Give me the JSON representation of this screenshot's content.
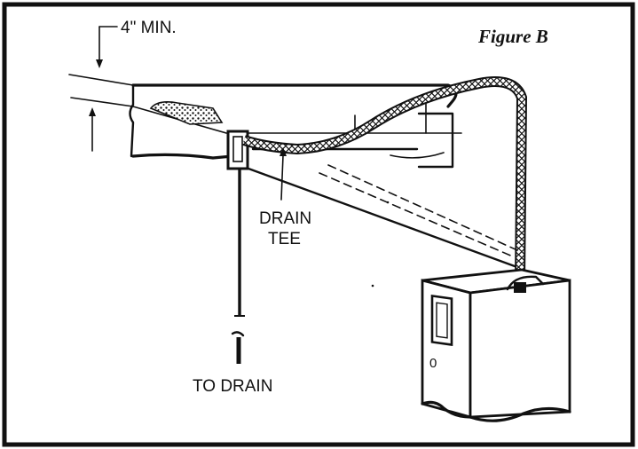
{
  "figure": {
    "title": "Figure B",
    "labels": {
      "min_clearance": "4\" MIN.",
      "drain_tee_line1": "DRAIN",
      "drain_tee_line2": "TEE",
      "to_drain": "TO DRAIN",
      "unit_marking": "0"
    },
    "colors": {
      "ink": "#111111",
      "paper": "#ffffff"
    }
  }
}
